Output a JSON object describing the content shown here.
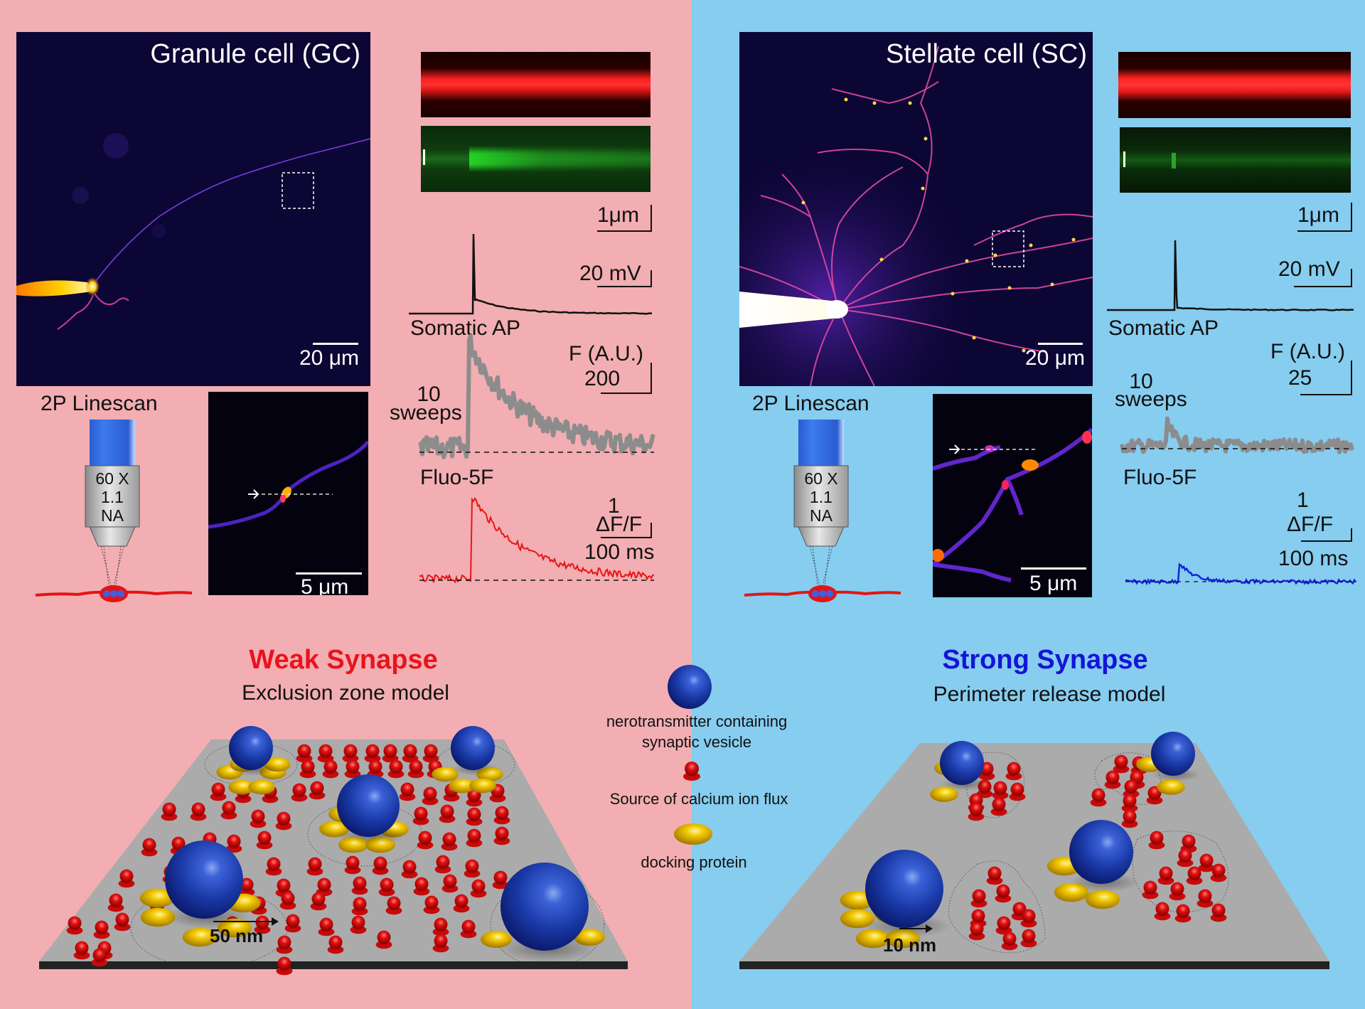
{
  "colors": {
    "left_bg": "#F2AEB2",
    "right_bg": "#86CDF0",
    "weak_heading": "#E8141C",
    "strong_heading": "#1414D8",
    "vesicle": "#1A3AA8",
    "calcium_source": "#E01010",
    "docking_protein": "#E4B800",
    "membrane": "#A9A9A9",
    "trace_ap": "#111111",
    "trace_sweeps": "#8C8C8C",
    "trace_gc_fluo": "#E81515",
    "trace_sc_fluo": "#1525D8"
  },
  "gc": {
    "image_title": "Granule cell (GC)",
    "image_scale": "20 μm",
    "linescan_label": "2P Linescan",
    "objective": {
      "mag": "60 X",
      "na_value": "1.1",
      "na": "NA"
    },
    "zoom_scale": "5 μm",
    "linescan_scale": "1μm",
    "ap_scale": "20 mV",
    "ap_label": "Somatic AP",
    "f_label": "F (A.U.)",
    "f_scale": "200",
    "sweeps_count": "10",
    "sweeps_word": "sweeps",
    "fluo_label": "Fluo-5F",
    "dff_value": "1",
    "dff_label": "ΔF/F",
    "time_scale": "100 ms"
  },
  "sc": {
    "image_title": "Stellate cell (SC)",
    "image_scale": "20 μm",
    "linescan_label": "2P Linescan",
    "objective": {
      "mag": "60 X",
      "na_value": "1.1",
      "na": "NA"
    },
    "zoom_scale": "5 μm",
    "linescan_scale": "1μm",
    "ap_scale": "20 mV",
    "ap_label": "Somatic AP",
    "f_label": "F (A.U.)",
    "f_scale": "25",
    "sweeps_count": "10",
    "sweeps_word": "sweeps",
    "fluo_label": "Fluo-5F",
    "dff_value": "1",
    "dff_label": "ΔF/F",
    "time_scale": "100 ms"
  },
  "weak": {
    "heading": "Weak Synapse",
    "model": "Exclusion zone model",
    "distance": "50 nm"
  },
  "strong": {
    "heading": "Strong Synapse",
    "model": "Perimeter release model",
    "distance": "10 nm"
  },
  "legend": {
    "vesicle_line1": "nerotransmitter containing",
    "vesicle_line2": "synaptic vesicle",
    "calcium": "Source of calcium ion flux",
    "docking": "docking protein"
  },
  "traces": {
    "gc": {
      "ap": {
        "peak_rel": 1.0,
        "decay": 0.12
      },
      "sweeps": {
        "peak_rel": 1.0,
        "decay_tau": 0.22,
        "noise": 0.18
      },
      "fluo": {
        "peak_rel": 1.0,
        "decay_tau": 0.22,
        "noise": 0.04
      }
    },
    "sc": {
      "ap": {
        "peak_rel": 1.0,
        "decay": 0.02
      },
      "sweeps": {
        "peak_rel": 0.35,
        "decay_tau": 0.04,
        "noise": 0.18
      },
      "fluo": {
        "peak_rel": 0.2,
        "decay_tau": 0.06,
        "noise": 0.03
      }
    }
  }
}
